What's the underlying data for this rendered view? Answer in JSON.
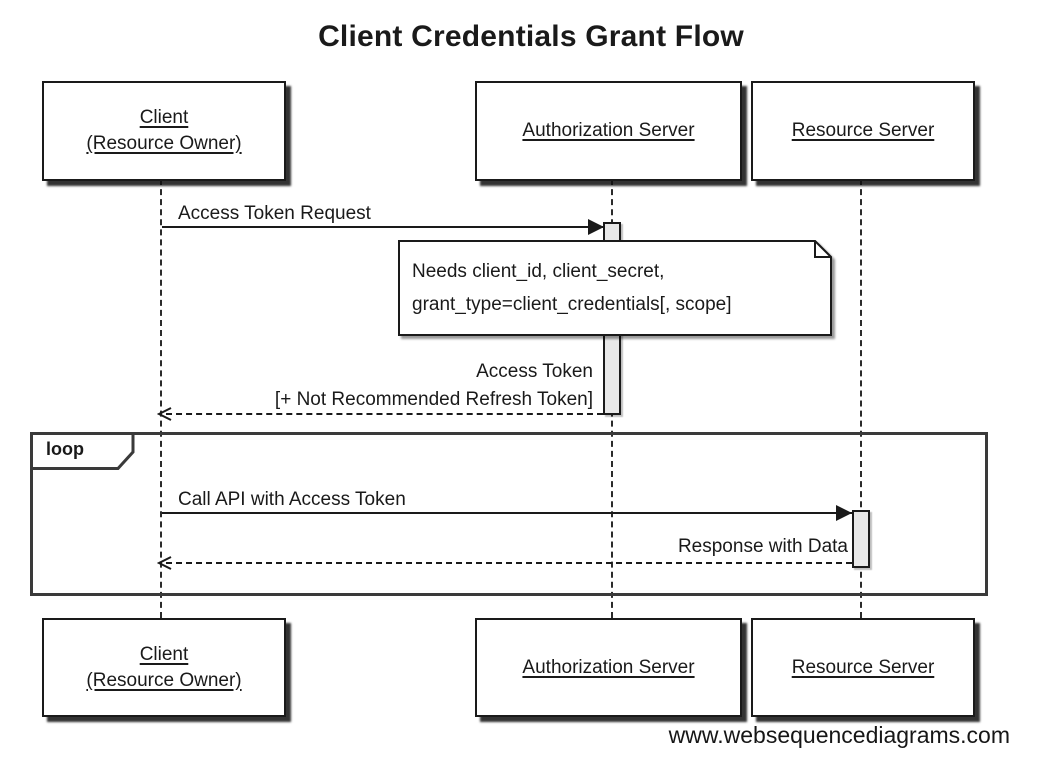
{
  "title": "Client Credentials Grant Flow",
  "watermark": "www.websequencediagrams.com",
  "colors": {
    "ink": "#1a1a1a",
    "loop_frame": "#3a3a3a",
    "activation_fill": "#e8e8e8",
    "background": "#ffffff"
  },
  "actors": [
    {
      "id": "client",
      "label_lines": [
        "Client",
        "(Resource Owner)"
      ]
    },
    {
      "id": "authorization-server",
      "label_lines": [
        "Authorization Server"
      ]
    },
    {
      "id": "resource-server",
      "label_lines": [
        "Resource Server"
      ]
    }
  ],
  "messages": [
    {
      "label": "Access Token Request",
      "from": "client",
      "to": "authorization-server",
      "style": "solid"
    },
    {
      "label_lines": [
        "Access Token",
        "[+ Not Recommended Refresh Token]"
      ],
      "from": "authorization-server",
      "to": "client",
      "style": "dashed"
    },
    {
      "label": "Call API with Access Token",
      "from": "client",
      "to": "resource-server",
      "style": "solid"
    },
    {
      "label": "Response with Data",
      "from": "resource-server",
      "to": "client",
      "style": "dashed"
    }
  ],
  "note": {
    "lines": [
      "Needs client_id, client_secret,",
      "grant_type=client_credentials[, scope]"
    ]
  },
  "loop": {
    "label": "loop"
  }
}
